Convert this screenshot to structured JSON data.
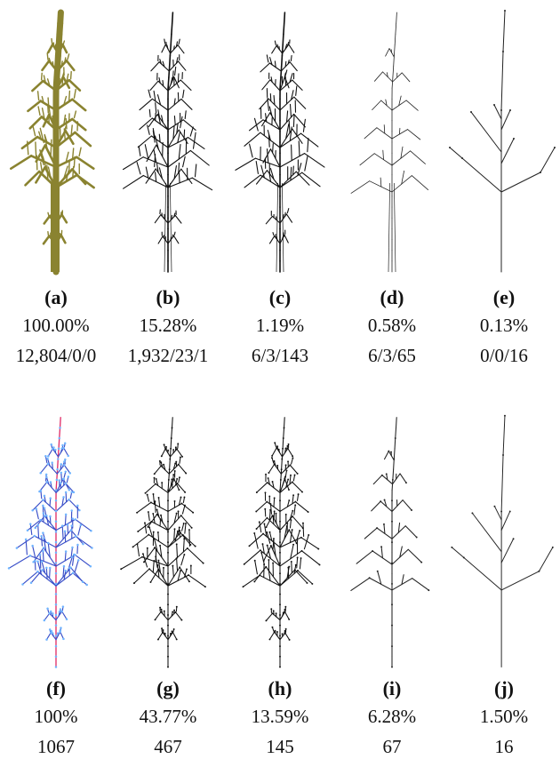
{
  "figure": {
    "top_row": [
      {
        "label": "(a)",
        "percent": "100.00%",
        "stat": "12,804/0/0",
        "style": "textured",
        "color": "#8a8330"
      },
      {
        "label": "(b)",
        "percent": "15.28%",
        "stat": "1,932/23/1",
        "style": "wire-dense",
        "color": "#111111"
      },
      {
        "label": "(c)",
        "percent": "1.19%",
        "stat": "6/3/143",
        "style": "wire-dense",
        "color": "#111111"
      },
      {
        "label": "(d)",
        "percent": "0.58%",
        "stat": "6/3/65",
        "style": "wire-light",
        "color": "#222222"
      },
      {
        "label": "(e)",
        "percent": "0.13%",
        "stat": "0/0/16",
        "style": "skeleton",
        "color": "#222222"
      }
    ],
    "bottom_row": [
      {
        "label": "(f)",
        "percent": "100%",
        "stat": "1067",
        "style": "colored-dots",
        "color": "#3a4fc8",
        "accent": "#e0306a",
        "dot_color": "#6fb4ff"
      },
      {
        "label": "(g)",
        "percent": "43.77%",
        "stat": "467",
        "style": "dotted",
        "color": "#111111"
      },
      {
        "label": "(h)",
        "percent": "13.59%",
        "stat": "145",
        "style": "dotted",
        "color": "#111111"
      },
      {
        "label": "(i)",
        "percent": "6.28%",
        "stat": "67",
        "style": "sparse",
        "color": "#222222"
      },
      {
        "label": "(j)",
        "percent": "1.50%",
        "stat": "16",
        "style": "skeleton",
        "color": "#222222"
      }
    ]
  }
}
